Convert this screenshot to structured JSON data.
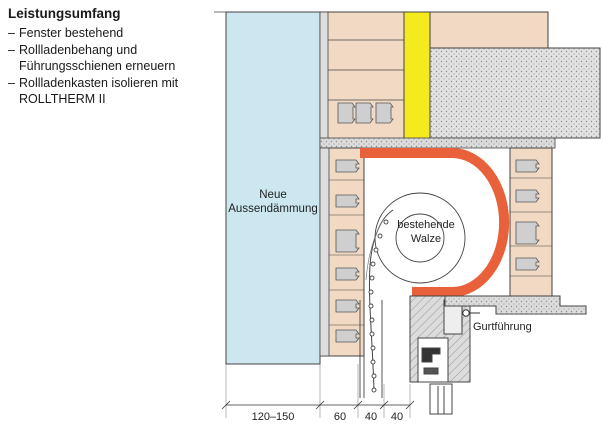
{
  "scope": {
    "title": "Leistungsumfang",
    "items": [
      "Fenster bestehend",
      "Rollladenbehang und Führungsschienen erneuern",
      "Rollladenkasten isolieren mit ROLLTHERM II"
    ]
  },
  "diagram": {
    "insulation_label": [
      "Neue",
      "Aussendämmung"
    ],
    "roller_label": [
      "bestehende",
      "Walze"
    ],
    "guide_label": "Gurtführung",
    "dimensions": [
      "120–150",
      "60",
      "40",
      "40"
    ]
  },
  "colors": {
    "insulation": "#cde7f0",
    "brick": "#f1d9c3",
    "rolltherm": "#e8613a",
    "yellow_layer": "#f5ea1e",
    "concrete": "#e2e2e2",
    "lintel": "#dcdcdc"
  }
}
